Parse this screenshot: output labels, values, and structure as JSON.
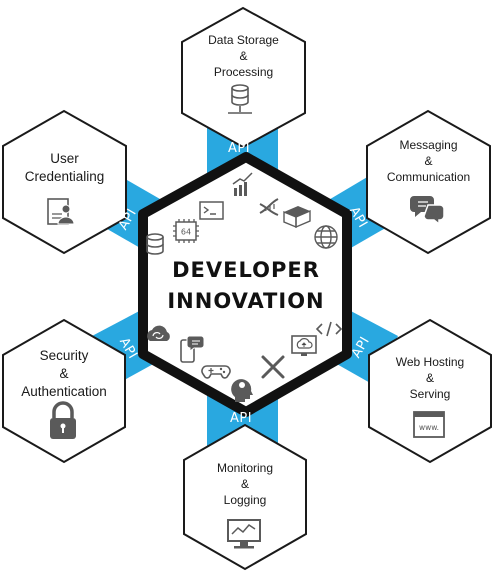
{
  "center": {
    "line1": "DEVELOPER",
    "line2": "INNOVATION"
  },
  "connector_label": "API",
  "colors": {
    "connector": "#29a8e0",
    "outline": "#1a1a1a",
    "icon": "#5a5a5a",
    "center_border": "#111111"
  },
  "nodes": [
    {
      "id": "data-storage",
      "lines": [
        "Data Storage",
        "&",
        "Processing"
      ],
      "icon": "database-icon"
    },
    {
      "id": "messaging",
      "lines": [
        "Messaging",
        "&",
        "Communication"
      ],
      "icon": "chat-bubbles-icon"
    },
    {
      "id": "web-hosting",
      "lines": [
        "Web Hosting",
        "&",
        "Serving"
      ],
      "icon": "browser-window-icon",
      "icon_text": "www."
    },
    {
      "id": "monitoring",
      "lines": [
        "Monitoring",
        "&",
        "Logging"
      ],
      "icon": "monitor-chart-icon"
    },
    {
      "id": "security",
      "lines": [
        "Security",
        "&",
        "Authentication"
      ],
      "icon": "padlock-icon"
    },
    {
      "id": "user-credentialing",
      "lines": [
        "User",
        "Credentialing"
      ],
      "icon": "id-badge-icon"
    }
  ],
  "center_icons": [
    "chip-icon",
    "terminal-icon",
    "chart-icon",
    "dna-icon",
    "blocks-icon",
    "globe-icon",
    "database-icon",
    "code-icon",
    "cloud-upload-monitor-icon",
    "tools-icon",
    "head-gears-icon",
    "gamepad-icon",
    "mobile-chat-icon",
    "cloud-sync-icon"
  ],
  "chip_text": "64"
}
